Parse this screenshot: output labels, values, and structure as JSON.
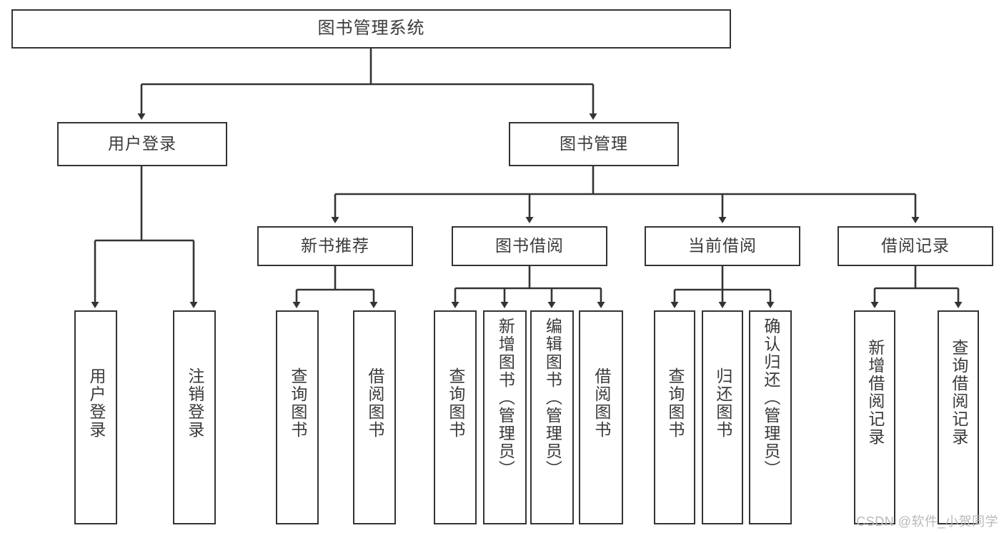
{
  "diagram": {
    "title": "图书管理系统",
    "stroke_color": "#343434",
    "text_color": "#3a3a3a",
    "background_color": "#ffffff",
    "watermark": "CSDN @软件_小贺同学"
  },
  "root": {
    "label": "图书管理系统"
  },
  "level1": [
    {
      "label": "用户登录"
    },
    {
      "label": "图书管理"
    }
  ],
  "level2": [
    {
      "label": "新书推荐"
    },
    {
      "label": "图书借阅"
    },
    {
      "label": "当前借阅"
    },
    {
      "label": "借阅记录"
    }
  ],
  "leaves": {
    "user_login": [
      {
        "label": "用户登录"
      },
      {
        "label": "注销登录"
      }
    ],
    "new_book": [
      {
        "label": "查询图书"
      },
      {
        "label": "借阅图书"
      }
    ],
    "book_borrow": [
      {
        "label": "查询图书"
      },
      {
        "label": "新增图书（管理员）"
      },
      {
        "label": "编辑图书（管理员）"
      },
      {
        "label": "借阅图书"
      }
    ],
    "current_borrow": [
      {
        "label": "查询图书"
      },
      {
        "label": "归还图书"
      },
      {
        "label": "确认归还（管理员）"
      }
    ],
    "borrow_record": [
      {
        "label": "新增借阅记录"
      },
      {
        "label": "查询借阅记录"
      }
    ]
  }
}
